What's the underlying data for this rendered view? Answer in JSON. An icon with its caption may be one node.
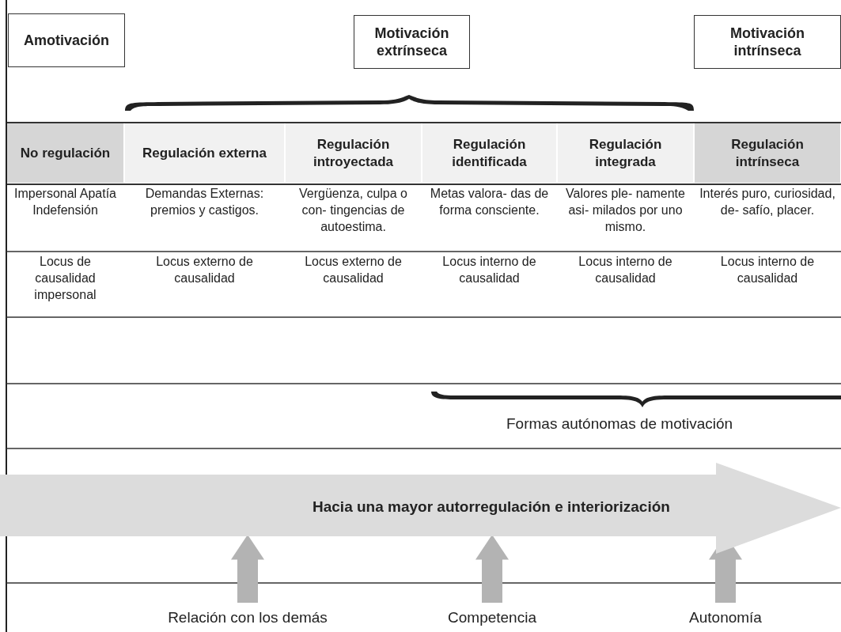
{
  "diagram": {
    "nodes": [
      {
        "text": [
          "Amotivación"
        ]
      },
      {
        "text": [
          "Motivación extrínseca"
        ]
      },
      {
        "text": [
          "Motivación intrínseca"
        ]
      },
      {
        "text": [
          "Hacia una mayor autorregulación e interiorización"
        ]
      },
      {
        "text": [
          "Relación con los demás"
        ]
      },
      {
        "text": [
          "Competencia"
        ]
      },
      {
        "text": [
          "Autonomía"
        ]
      },
      {
        "text": [],
        "shape": "brace"
      },
      {
        "text": [],
        "shape": "brace"
      }
    ],
    "edges": [
      {
        "from": 4,
        "to": 3,
        "arrow": "to"
      },
      {
        "from": 5,
        "to": 3,
        "arrow": "to"
      },
      {
        "from": 6,
        "to": 3,
        "arrow": "to"
      }
    ],
    "labels": [
      "No regulación",
      "Regulación externa",
      "Regulación introyectada",
      "Regulación identificada",
      "Regulación integrada",
      "Regulación intrínseca",
      "Impersonal Apatía Indefensión",
      "Demandas Externas: premios y castigos.",
      "Vergüenza, culpa o con- tingencias de autoestima.",
      "Metas valora- das de forma consciente.",
      "Valores ple- namente asi- milados por uno mismo.",
      "Interés puro, curiosidad, de- safío, placer.",
      "Locus de causalidad impersonal",
      "Locus externo de causalidad",
      "Locus externo de causalidad",
      "Locus interno de causalidad",
      "Locus interno de causalidad",
      "Locus interno de causalidad",
      "Formas autónomas de motivación"
    ]
  }
}
